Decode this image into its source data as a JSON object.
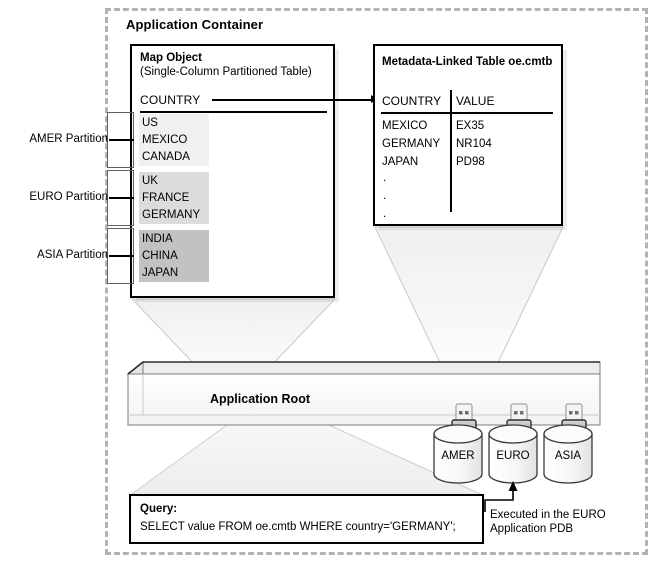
{
  "container": {
    "title": "Application Container"
  },
  "map_object": {
    "title": "Map Object",
    "subtitle": "(Single-Column Partitioned Table)",
    "column_header": "COUNTRY",
    "partitions": [
      {
        "label": "AMER Partition",
        "color": "#f0f0f0",
        "values": [
          "US",
          "MEXICO",
          "CANADA"
        ]
      },
      {
        "label": "EURO Partition",
        "color": "#dcdcdc",
        "values": [
          "UK",
          "FRANCE",
          "GERMANY"
        ]
      },
      {
        "label": "ASIA Partition",
        "color": "#c2c2c2",
        "values": [
          "INDIA",
          "CHINA",
          "JAPAN"
        ]
      }
    ]
  },
  "metadata_table": {
    "title": "Metadata-Linked Table oe.cmtb",
    "headers": [
      "COUNTRY",
      "VALUE"
    ],
    "rows": [
      [
        "MEXICO",
        "EX35"
      ],
      [
        "GERMANY",
        "NR104"
      ],
      [
        "JAPAN",
        "PD98"
      ]
    ],
    "continuation": [
      ".",
      ".",
      "."
    ]
  },
  "application_root": {
    "label": "Application Root"
  },
  "pdbs": [
    {
      "name": "AMER"
    },
    {
      "name": "EURO"
    },
    {
      "name": "ASIA"
    }
  ],
  "query": {
    "title": "Query:",
    "text": "SELECT value FROM oe.cmtb WHERE country='GERMANY';"
  },
  "annotation": {
    "executed_note": "Executed in the EURO Application PDB"
  },
  "colors": {
    "container_border": "#b3b3b3",
    "box_border": "#000000",
    "funnel_top": "#f4f4f4",
    "funnel_bottom": "#fdfdfd",
    "slab_face": "#fbfbfb",
    "slab_top": "#ececec"
  }
}
